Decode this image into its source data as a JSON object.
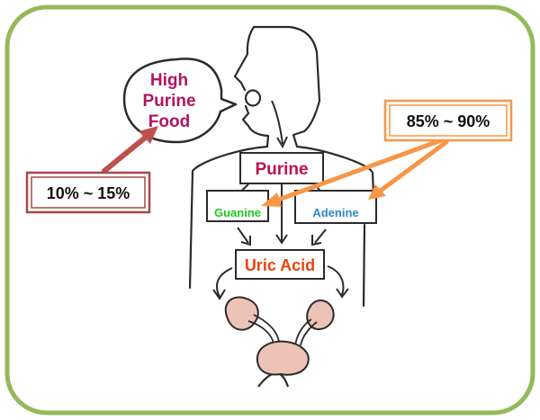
{
  "food_bubble": {
    "line1": "High",
    "line2": "Purine",
    "line3": "Food"
  },
  "food_percent": "10% ~ 15%",
  "body_percent": "85% ~ 90%",
  "boxes": {
    "purine": "Purine",
    "guanine": "Guanine",
    "adenine": "Adenine",
    "uric_acid": "Uric Acid"
  },
  "colors": {
    "frame": "#94b95a",
    "food_text": "#b0155e",
    "food_arrow": "#c0504d",
    "body_arrow": "#f79646",
    "purine_text": "#c0114f",
    "guanine_text": "#1ec81e",
    "adenine_text": "#2e8bc8",
    "uric_text": "#e84310",
    "kidney_fill": "#ecc3b6",
    "line": "#2b2b2b"
  }
}
